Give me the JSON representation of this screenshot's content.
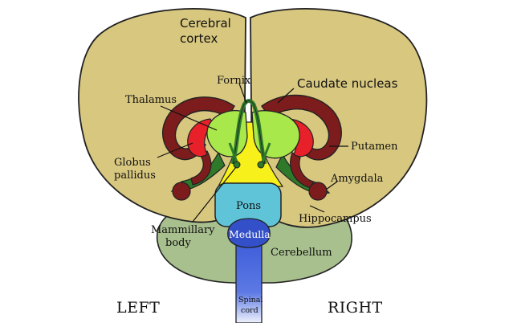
{
  "labels": {
    "cerebral_cortex_line1": "Cerebral",
    "cerebral_cortex_line2": "cortex",
    "fornix": "Fornix",
    "caudate_nucleus": "Caudate nucleas",
    "thalamus": "Thalamus",
    "putamen": "Putamen",
    "globus_pallidus_line1": "Globus",
    "globus_pallidus_line2": "pallidus",
    "amygdala": "Amygdala",
    "pons": "Pons",
    "hippocampus": "Hippocampus",
    "mammillary_line1": "Mammillary",
    "mammillary_line2": "body",
    "medulla": "Medulla",
    "cerebellum": "Cerebellum",
    "spinal_line1": "Spinal",
    "spinal_line2": "cord",
    "left": "LEFT",
    "right": "RIGHT"
  },
  "colors": {
    "cortex": "#d8c77f",
    "cerebellum": "#a8bf8e",
    "caudate": "#7d1c1c",
    "putamen_inner": "#e8202a",
    "thalamus": "#a9e84b",
    "fornix": "#2f7a2a",
    "midline": "#f7f01a",
    "pons": "#5fc4d8",
    "medulla": "#3450c8",
    "spinal_cord": "#3a5ad8"
  }
}
